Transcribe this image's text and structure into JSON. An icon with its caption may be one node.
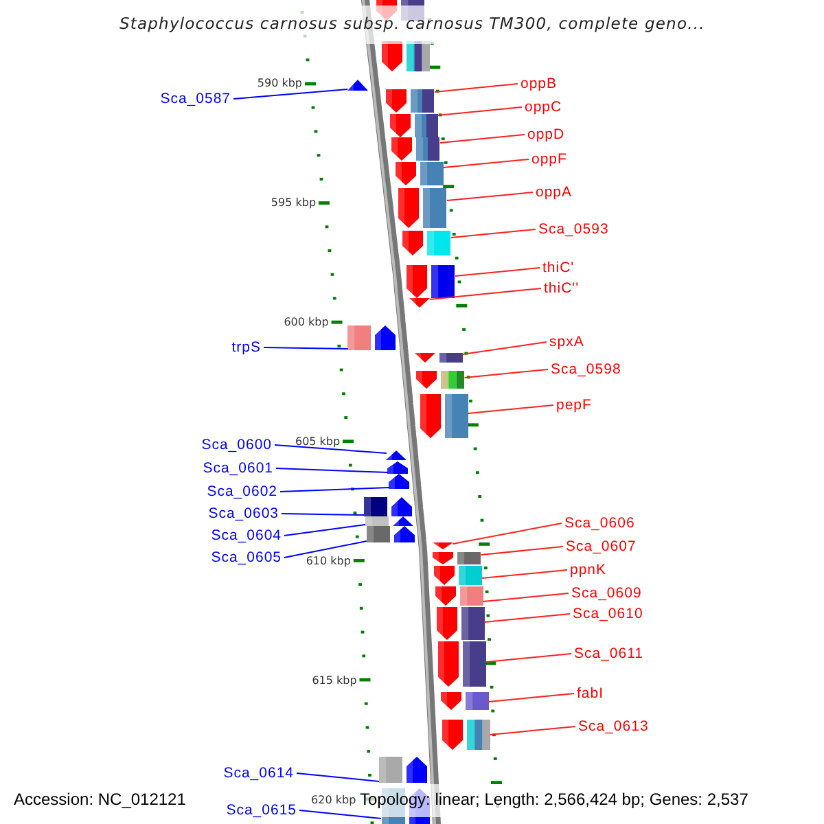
{
  "diagram": {
    "title": "Staphylococcus carnosus subsp. carnosus TM300, complete geno...",
    "nodes": [
      {
        "text": [
          "oppB"
        ]
      },
      {
        "text": [
          "Sca_0587"
        ]
      },
      {
        "text": [
          "oppC"
        ]
      },
      {
        "text": [
          "oppD"
        ]
      },
      {
        "text": [
          "oppF"
        ]
      },
      {
        "text": [
          "oppA"
        ]
      },
      {
        "text": [
          "Sca_0593"
        ]
      },
      {
        "text": [
          "thiC'"
        ]
      },
      {
        "text": [
          "thiC''"
        ]
      },
      {
        "text": [
          "spxA"
        ]
      },
      {
        "text": [
          "trpS"
        ]
      },
      {
        "text": [
          "Sca_0598"
        ]
      },
      {
        "text": [
          "pepF"
        ]
      },
      {
        "text": [
          "Sca_0600"
        ]
      },
      {
        "text": [
          "Sca_0601"
        ]
      },
      {
        "text": [
          "Sca_0602"
        ]
      },
      {
        "text": [
          "Sca_0603"
        ]
      },
      {
        "text": [
          "Sca_0606"
        ]
      },
      {
        "text": [
          "Sca_0604"
        ]
      },
      {
        "text": [
          "Sca_0607"
        ]
      },
      {
        "text": [
          "Sca_0605"
        ]
      },
      {
        "text": [
          "ppnK"
        ]
      },
      {
        "text": [
          "Sca_0609"
        ]
      },
      {
        "text": [
          "Sca_0610"
        ]
      },
      {
        "text": [
          "Sca_0611"
        ]
      },
      {
        "text": [
          "fabI"
        ]
      },
      {
        "text": [
          "Sca_0613"
        ]
      },
      {
        "text": [
          "Sca_0614"
        ]
      },
      {
        "text": [
          "Sca_0615"
        ]
      },
      {
        "text": [],
        "shape": "arrow"
      },
      {
        "text": [],
        "shape": "arrow"
      },
      {
        "text": [],
        "shape": "arrow"
      },
      {
        "text": [],
        "shape": "arrow"
      },
      {
        "text": [],
        "shape": "arrow"
      },
      {
        "text": [],
        "shape": "arrow"
      },
      {
        "text": [],
        "shape": "arrow"
      },
      {
        "text": [],
        "shape": "arrow"
      },
      {
        "text": [],
        "shape": "arrow"
      },
      {
        "text": [],
        "shape": "arrow"
      },
      {
        "text": [],
        "shape": "arrow"
      },
      {
        "text": [],
        "shape": "arrow"
      },
      {
        "text": [],
        "shape": "arrow"
      },
      {
        "text": [],
        "shape": "arrow"
      },
      {
        "text": [],
        "shape": "arrow"
      },
      {
        "text": [],
        "shape": "arrow"
      },
      {
        "text": [],
        "shape": "arrow"
      },
      {
        "text": [],
        "shape": "arrow"
      },
      {
        "text": [],
        "shape": "arrow"
      },
      {
        "text": [],
        "shape": "arrow"
      },
      {
        "text": [],
        "shape": "arrow"
      },
      {
        "text": [],
        "shape": "arrow"
      },
      {
        "text": [],
        "shape": "arrow"
      },
      {
        "text": [],
        "shape": "arrow"
      },
      {
        "text": [],
        "shape": "arrow"
      },
      {
        "text": [],
        "shape": "arrow"
      },
      {
        "text": [],
        "shape": "arrow"
      },
      {
        "text": [],
        "shape": "arrow"
      },
      {
        "text": [],
        "shape": "arrow"
      },
      {
        "text": [],
        "shape": "arrow"
      },
      {
        "text": [],
        "shape": "arrow"
      }
    ],
    "edges": [
      {
        "from": 0,
        "to": 32,
        "arrow": "none"
      },
      {
        "from": 1,
        "to": 31,
        "arrow": "none",
        "color": "#0000ff"
      },
      {
        "from": 2,
        "to": 33,
        "arrow": "none"
      },
      {
        "from": 3,
        "to": 34,
        "arrow": "none"
      },
      {
        "from": 4,
        "to": 35,
        "arrow": "none"
      },
      {
        "from": 5,
        "to": 36,
        "arrow": "none"
      },
      {
        "from": 6,
        "to": 37,
        "arrow": "none"
      },
      {
        "from": 7,
        "to": 38,
        "arrow": "none"
      },
      {
        "from": 8,
        "to": 39,
        "arrow": "none"
      },
      {
        "from": 9,
        "to": 41,
        "arrow": "none"
      },
      {
        "from": 10,
        "to": 40,
        "arrow": "none",
        "color": "#0000ff"
      },
      {
        "from": 11,
        "to": 42,
        "arrow": "none"
      },
      {
        "from": 12,
        "to": 43,
        "arrow": "none"
      },
      {
        "from": 13,
        "to": 44,
        "arrow": "none",
        "color": "#0000ff"
      },
      {
        "from": 14,
        "to": 45,
        "arrow": "none",
        "color": "#0000ff"
      },
      {
        "from": 15,
        "to": 46,
        "arrow": "none",
        "color": "#0000ff"
      },
      {
        "from": 16,
        "to": 47,
        "arrow": "none",
        "color": "#0000ff"
      },
      {
        "from": 17,
        "to": 50,
        "arrow": "none"
      },
      {
        "from": 18,
        "to": 48,
        "arrow": "none",
        "color": "#0000ff"
      },
      {
        "from": 19,
        "to": 51,
        "arrow": "none"
      },
      {
        "from": 20,
        "to": 49,
        "arrow": "none",
        "color": "#0000ff"
      },
      {
        "from": 21,
        "to": 52,
        "arrow": "none"
      },
      {
        "from": 22,
        "to": 53,
        "arrow": "none"
      },
      {
        "from": 23,
        "to": 54,
        "arrow": "none"
      },
      {
        "from": 24,
        "to": 55,
        "arrow": "none"
      },
      {
        "from": 25,
        "to": 56,
        "arrow": "none"
      },
      {
        "from": 26,
        "to": 57,
        "arrow": "none"
      },
      {
        "from": 27,
        "to": 58,
        "arrow": "none",
        "color": "#0000ff"
      },
      {
        "from": 28,
        "to": 59,
        "arrow": "none",
        "color": "#0000ff"
      }
    ],
    "labels": [
      "590 kbp",
      "595 kbp",
      "600 kbp",
      "605 kbp",
      "610 kbp",
      "615 kbp",
      "620 kbp",
      "Accession: NC_012121",
      "Topology: linear; Length: 2,566,424 bp; Genes: 2,537"
    ]
  }
}
